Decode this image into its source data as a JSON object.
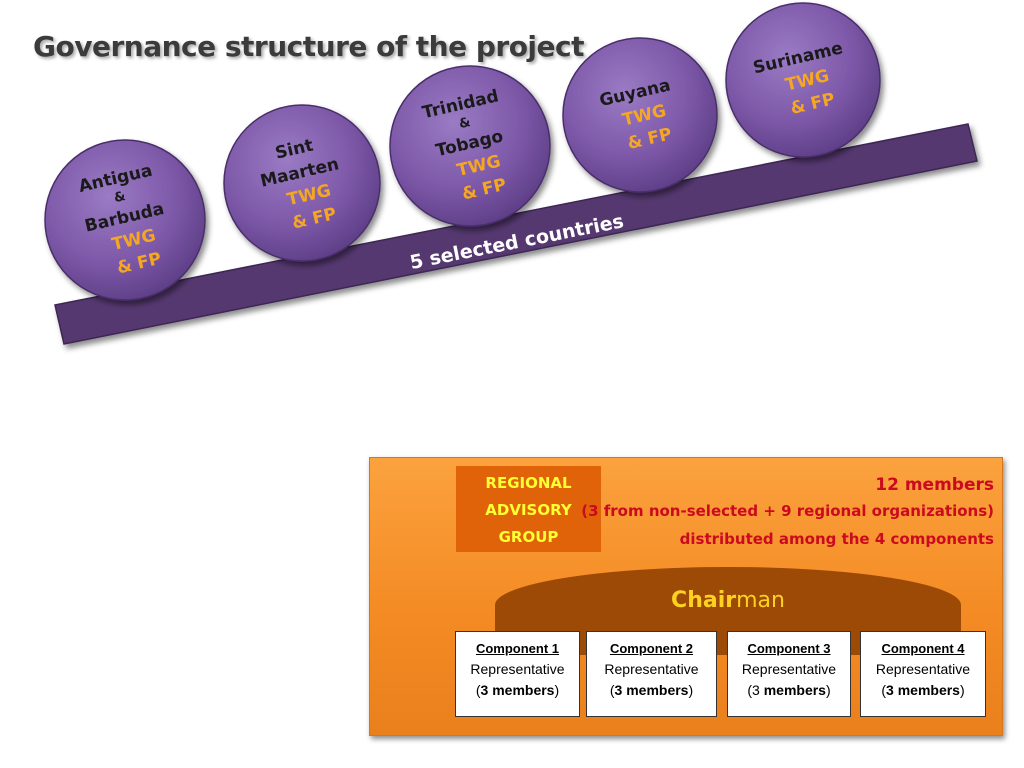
{
  "title": "Governance structure of the project",
  "ramp_label": "5 selected countries",
  "colors": {
    "circle": "#7d58a8",
    "ramp": "#5a3d77",
    "accent": "#f5a623",
    "panel": "#f7931e",
    "chair": "#9c4a06",
    "red_text": "#cc0a1f",
    "yellow_text": "#ffff33"
  },
  "countries": [
    {
      "lines": [
        "Antigua",
        "&",
        "Barbuda"
      ],
      "twg": "TWG",
      "fp": "& FP"
    },
    {
      "lines": [
        "Sint",
        "Maarten"
      ],
      "twg": "TWG",
      "fp": "& FP"
    },
    {
      "lines": [
        "Trinidad",
        "&",
        "Tobago"
      ],
      "twg": "TWG",
      "fp": "& FP"
    },
    {
      "lines": [
        "Guyana"
      ],
      "twg": "TWG",
      "fp": "& FP"
    },
    {
      "lines": [
        "Suriname"
      ],
      "twg": "TWG",
      "fp": "& FP"
    }
  ],
  "advisory": {
    "label_lines": [
      "REGIONAL",
      "ADVISORY",
      "GROUP"
    ],
    "members_title": "12 members",
    "members_detail": "(3 from non-selected + 9 regional organizations)",
    "members_dist": "distributed among the 4 components",
    "chair_bold": "Chair",
    "chair_rest": "man"
  },
  "components": [
    {
      "name": "Component  1",
      "rep": "Representative",
      "open": "(",
      "num": "3",
      "members": "members",
      "close": ")",
      "num_bold": true
    },
    {
      "name": "Component  2",
      "rep": "Representative",
      "open": "(",
      "num": "3",
      "members": "members",
      "close": ")",
      "num_bold": true
    },
    {
      "name": "Component  3",
      "rep": "Representative",
      "open": "(",
      "num": "3",
      "members": "members",
      "close": ")",
      "num_bold": false
    },
    {
      "name": "Component  4",
      "rep": "Representative",
      "open": "(",
      "num": "3",
      "members": "members",
      "close": ")",
      "num_bold": true
    }
  ]
}
